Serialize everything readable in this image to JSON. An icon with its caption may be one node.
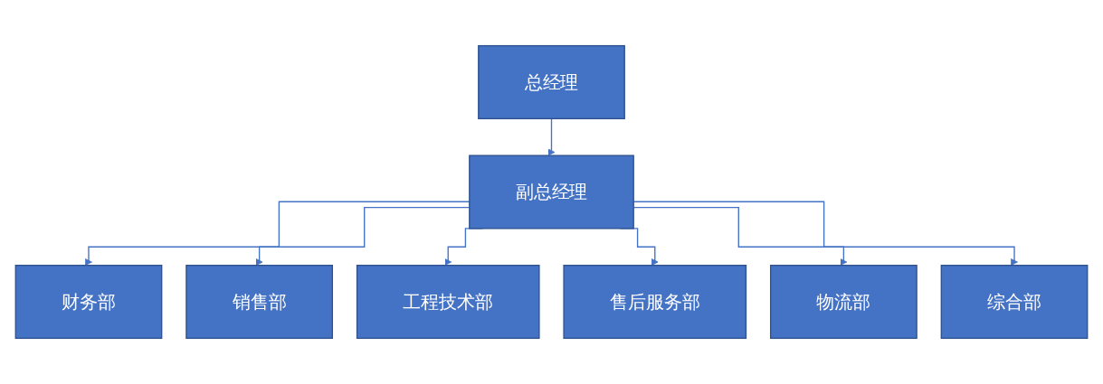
{
  "diagram": {
    "nodes": [
      {
        "text": [
          "总经理"
        ]
      },
      {
        "text": [
          "副总经理"
        ]
      },
      {
        "text": [
          "财务部"
        ]
      },
      {
        "text": [
          "销售部"
        ]
      },
      {
        "text": [
          "工程技术部"
        ]
      },
      {
        "text": [
          "售后服务部"
        ]
      },
      {
        "text": [
          "物流部"
        ]
      },
      {
        "text": [
          "综合部"
        ]
      }
    ],
    "edges": [
      {
        "from": 0,
        "to": 1,
        "arrow": "to"
      },
      {
        "from": 1,
        "to": 2,
        "arrow": "to"
      },
      {
        "from": 1,
        "to": 3,
        "arrow": "to"
      },
      {
        "from": 1,
        "to": 4,
        "arrow": "to"
      },
      {
        "from": 1,
        "to": 5,
        "arrow": "to"
      },
      {
        "from": 1,
        "to": 6,
        "arrow": "to"
      },
      {
        "from": 1,
        "to": 7,
        "arrow": "to"
      }
    ]
  }
}
